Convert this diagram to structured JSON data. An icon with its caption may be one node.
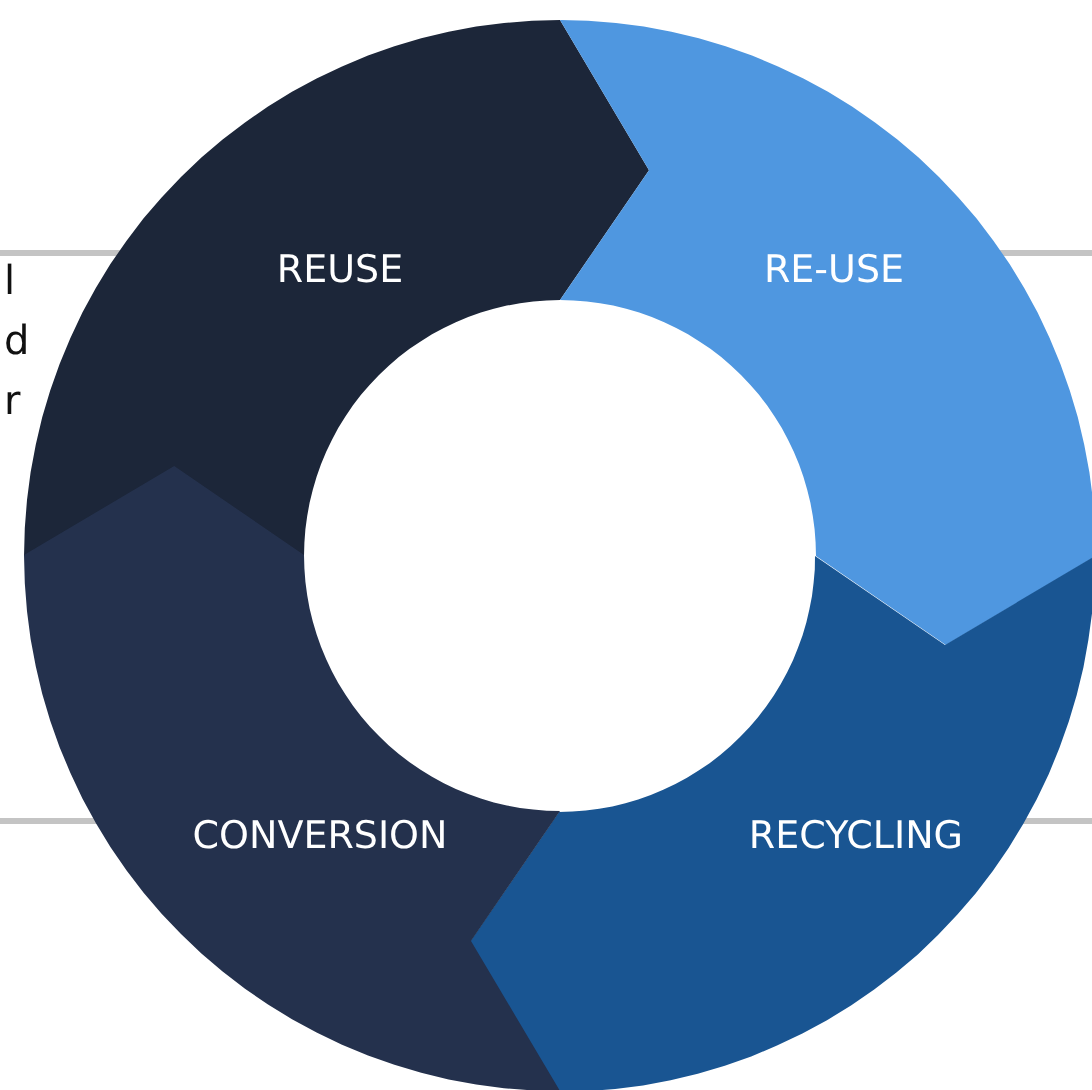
{
  "diagram": {
    "nodes": [
      {
        "text": [
          "REUSE"
        ]
      },
      {
        "text": [
          "RE-USE"
        ]
      },
      {
        "text": [
          "RECYCLING"
        ]
      },
      {
        "text": [
          "CONVERSION"
        ]
      }
    ],
    "labels": [
      "l",
      "d",
      "r"
    ]
  }
}
